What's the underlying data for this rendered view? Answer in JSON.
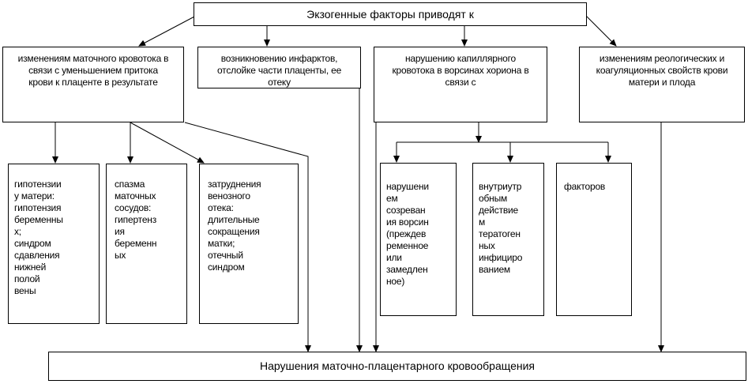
{
  "top": "Экзогенные факторы приводят к",
  "level1": [
    "изменениям маточного кровотока в связи с уменьшением притока крови к плаценте в результате",
    "возникновению инфарктов, отслойке части плаценты, ее отеку",
    "нарушению капиллярного кровотока в ворсинах хориона в связи с",
    "изменениям реологических и коагуляционных свойств крови матери и плода"
  ],
  "level2_left": [
    "гипотензии\nу матери:\nгипотензия\nбеременны\nх;\nсиндром\nсдавления\nнижней\nполой\nвены",
    "спазма\nматочных\nсосудов:\nгипертенз\nия\nбеременн\nых",
    "затруднения\nвенозного\nотека:\nдлительные\nсокращения\nматки;\nотечный\nсиндром"
  ],
  "level2_right": [
    "нарушени\nем\nсозреван\nия ворсин\n(преждев\nременное\nили\nзамедлен\nное)",
    "внутриутр\nобным\nдействие\nм\nтератоген\nных\nинфициро\nванием",
    "факторов"
  ],
  "bottom": "Нарушения маточно-плацентарного кровообращения"
}
